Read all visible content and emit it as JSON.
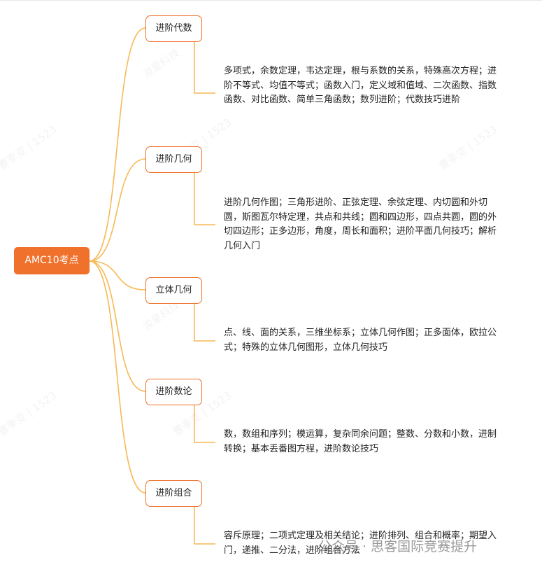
{
  "root": {
    "label": "AMC10考点"
  },
  "branches": [
    {
      "label": "进阶代数",
      "detail": "多项式，余数定理，韦达定理，根与系数的关系，特殊高次方程；进阶不等式、均值不等式；函数入门，定义域和值域、二次函数、指数函数、对比函数、简单三角函数；数列进阶；代数技巧进阶"
    },
    {
      "label": "进阶几何",
      "detail": "进阶几何作图；三角形进阶、正弦定理、余弦定理、内切圆和外切圆，斯图瓦尔特定理，共点和共线；圆和四边形，四点共圆，圆的外切四边形；正多边形，角度，周长和面积；进阶平面几何技巧；解析几何入门"
    },
    {
      "label": "立体几何",
      "detail": "点、线、面的关系，三维坐标系；立体几何作图；正多面体，欧拉公式；特殊的立体几何图形，立体几何技巧"
    },
    {
      "label": "进阶数论",
      "detail": "数，数组和序列；模运算，复杂同余问题；整数、分数和小数，进制转换；基本丢番图方程，进阶数论技巧"
    },
    {
      "label": "进阶组合",
      "detail": "容斥原理；二项式定理及相关结论；进阶排列、组合和概率；期望入门，递推、二分法，进阶组合方法"
    }
  ],
  "watermark": {
    "text": "曹季变 | 1523",
    "text2": "浚星科技",
    "brand": "公众号 · 思客国际竞赛提升"
  },
  "colors": {
    "accent": "#f0712b",
    "link": "#f7b955"
  }
}
